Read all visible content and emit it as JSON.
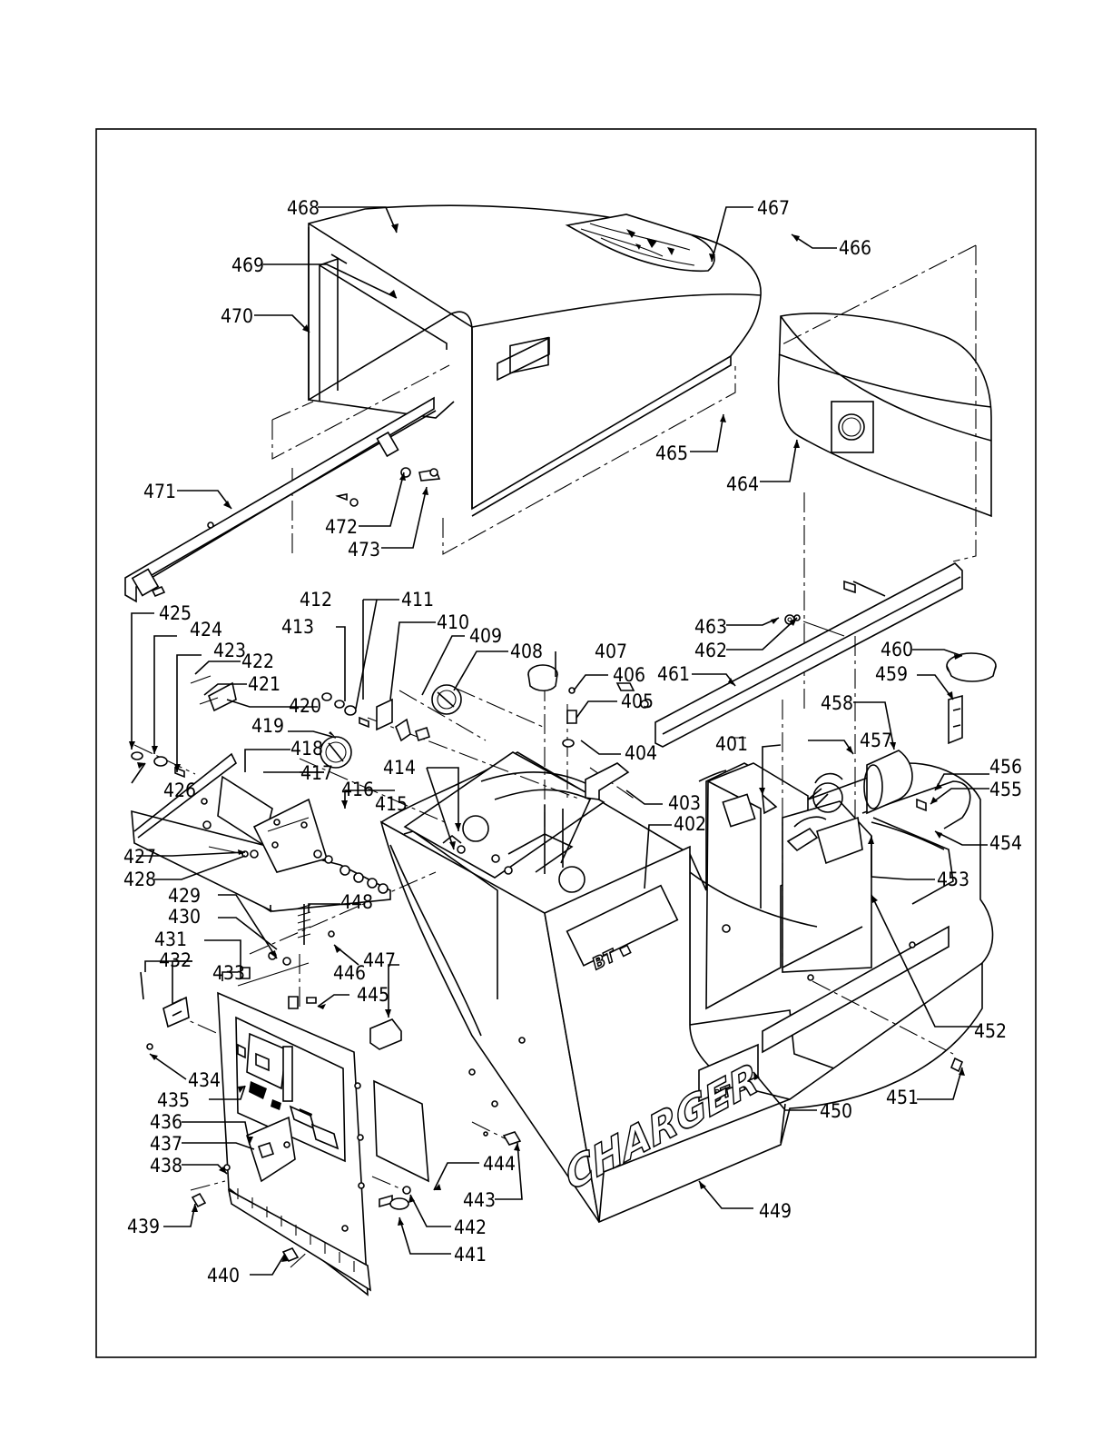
{
  "parts": {
    "p401": "401",
    "p402": "402",
    "p403": "403",
    "p404": "404",
    "p405": "405",
    "p406": "406",
    "p407": "407",
    "p408": "408",
    "p409": "409",
    "p410": "410",
    "p411": "411",
    "p412": "412",
    "p413": "413",
    "p414": "414",
    "p415": "415",
    "p416": "416",
    "p417": "417",
    "p418": "418",
    "p419": "419",
    "p420": "420",
    "p421": "421",
    "p422": "422",
    "p423": "423",
    "p424": "424",
    "p425": "425",
    "p426": "426",
    "p427": "427",
    "p428": "428",
    "p429": "429",
    "p430": "430",
    "p431": "431",
    "p432": "432",
    "p433": "433",
    "p434": "434",
    "p435": "435",
    "p436": "436",
    "p437": "437",
    "p438": "438",
    "p439": "439",
    "p440": "440",
    "p441": "441",
    "p442": "442",
    "p443": "443",
    "p444": "444",
    "p445": "445",
    "p446": "446",
    "p447": "447",
    "p448": "448",
    "p449": "449",
    "p450": "450",
    "p451": "451",
    "p452": "452",
    "p453": "453",
    "p454": "454",
    "p455": "455",
    "p456": "456",
    "p457": "457",
    "p458": "458",
    "p459": "459",
    "p460": "460",
    "p461": "461",
    "p462": "462",
    "p463": "463",
    "p464": "464",
    "p465": "465",
    "p466": "466",
    "p467": "467",
    "p468": "468",
    "p469": "469",
    "p470": "470",
    "p471": "471",
    "p472": "472",
    "p473": "473"
  },
  "branding": {
    "side_logo": "CHARGER"
  }
}
